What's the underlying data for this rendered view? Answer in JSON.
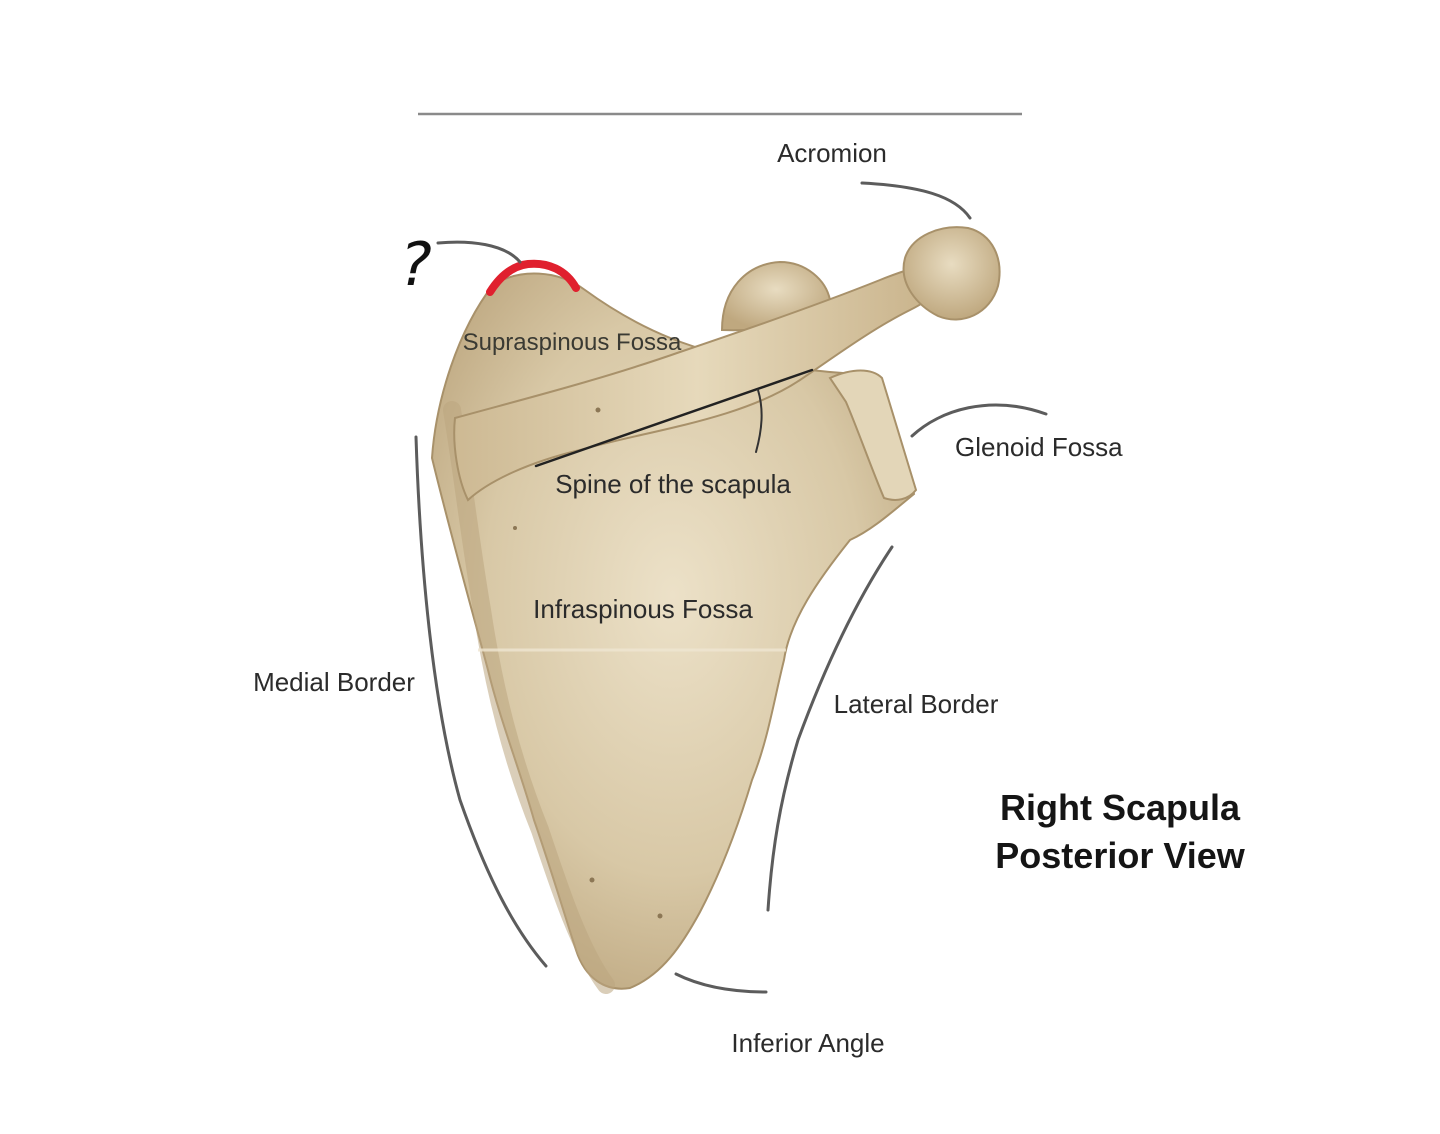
{
  "title": {
    "line1": "Right Scapula",
    "line2": "Posterior View"
  },
  "labels": {
    "acromion": "Acromion",
    "supraspinous_fossa": "Supraspinous Fossa",
    "glenoid_fossa": "Glenoid Fossa",
    "spine_of_scapula": "Spine of the scapula",
    "infraspinous_fossa": "Infraspinous Fossa",
    "medial_border": "Medial Border",
    "lateral_border": "Lateral Border",
    "inferior_angle": "Inferior Angle"
  },
  "annotation": {
    "question_mark": "?",
    "highlight_color": "#e0202e"
  },
  "colors": {
    "bone_fill": "#d8c8a6",
    "bone_shadow": "#b9a27a",
    "bone_highlight": "#ece1c8",
    "leader_line": "#5c5c5c"
  }
}
